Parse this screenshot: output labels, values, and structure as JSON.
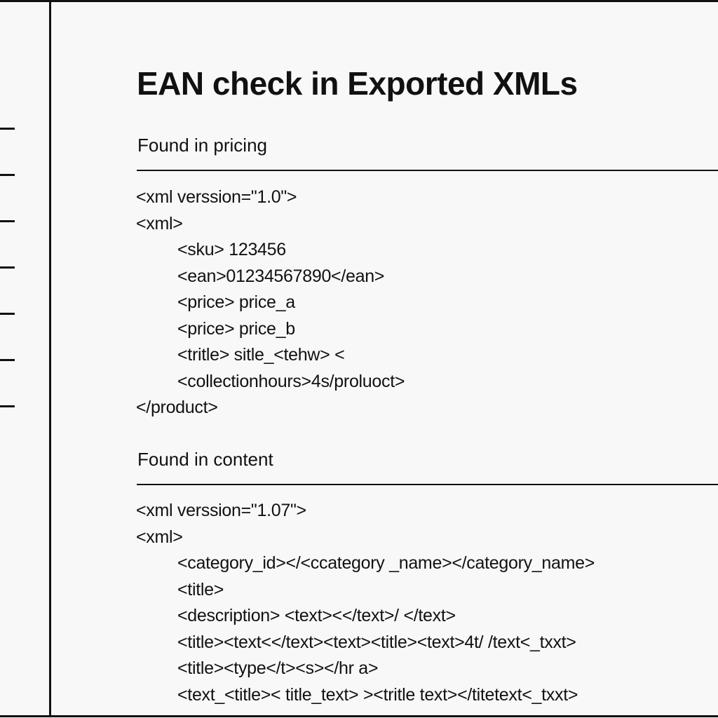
{
  "sidebar": {
    "items": [
      {
        "name": "sidebar-item-1"
      },
      {
        "name": "sidebar-item-2"
      },
      {
        "name": "sidebar-item-3"
      },
      {
        "name": "sidebar-item-4"
      },
      {
        "name": "sidebar-item-5"
      },
      {
        "name": "sidebar-item-6"
      },
      {
        "name": "sidebar-item-7"
      }
    ]
  },
  "page": {
    "title": "EAN check in Exported XMLs"
  },
  "sections": [
    {
      "heading": "Found in pricing",
      "lines": [
        {
          "indent": 0,
          "text": "<xml verssion=\"1.0\">"
        },
        {
          "indent": 0,
          "text": "<xml>"
        },
        {
          "indent": 1,
          "text": "<sku> 123456"
        },
        {
          "indent": 1,
          "text": "<ean>01234567890</ean>"
        },
        {
          "indent": 1,
          "text": "<price> price_a"
        },
        {
          "indent": 1,
          "text": "<price> price_b"
        },
        {
          "indent": 1,
          "text": "<tritle> sitle_<tehw> <"
        },
        {
          "indent": 1,
          "text": "<collectionhours>4s/proluoct>"
        },
        {
          "indent": 0,
          "text": "</product>"
        }
      ]
    },
    {
      "heading": "Found in content",
      "lines": [
        {
          "indent": 0,
          "text": "<xml verssion=\"1.07\">"
        },
        {
          "indent": 0,
          "text": "<xml>"
        },
        {
          "indent": 1,
          "text": "<category_id></<ccategory _name></category_name>"
        },
        {
          "indent": 1,
          "text": "<title>"
        },
        {
          "indent": 1,
          "text": "<description> <text><</text>/ </text>"
        },
        {
          "indent": 1,
          "text": "<title><text<</text><text><title><text>4t/ /text<_txxt>"
        },
        {
          "indent": 1,
          "text": "<title><type</t><s></hr a>"
        },
        {
          "indent": 1,
          "text": "<text_<title>< title_text> ><tritle text></titetext<_txxt>"
        }
      ]
    }
  ]
}
